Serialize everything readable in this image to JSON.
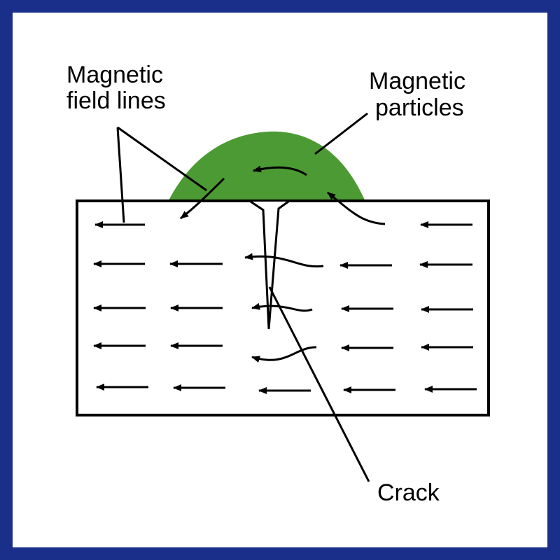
{
  "labels": {
    "field_lines_line1": "Magnetic",
    "field_lines_line2": "field lines",
    "particles_line1": "Magnetic",
    "particles_line2": "particles",
    "crack": "Crack"
  },
  "colors": {
    "frame": "#1a2f8a",
    "particles": "#4c9a33",
    "ink": "#000000",
    "background": "#ffffff"
  }
}
